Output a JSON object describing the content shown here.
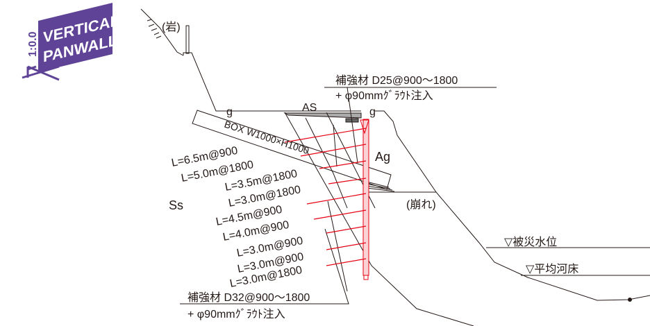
{
  "logo": {
    "scale": "1:0.0",
    "line1": "VERTICAL",
    "line2": "PANWALL",
    "color": "#5f4397"
  },
  "labels": {
    "rock": "(岩)",
    "as": "AS",
    "g_left": "g",
    "g_right": "g",
    "box": "BOX W1000×H1000",
    "ag": "Ag",
    "ss": "Ss",
    "collapse": "(崩れ)",
    "flood_level": "▽被災水位",
    "riverbed": "▽平均河床"
  },
  "callout_top": {
    "line1": "補強材 D25@900～1800",
    "line2": "+ φ90mmｸﾞﾗｳﾄ注入"
  },
  "callout_bottom": {
    "line1": "補強材 D32@900～1800",
    "line2": "+ φ90mmｸﾞﾗｳﾄ注入"
  },
  "anchors": [
    {
      "label": "L=6.5m@900"
    },
    {
      "label": "L=5.0m@1800"
    },
    {
      "label": "L=3.5m@1800"
    },
    {
      "label": "L=3.0m@1800"
    },
    {
      "label": "L=4.5m@900"
    },
    {
      "label": "L=4.0m@900"
    },
    {
      "label": "L=3.0m@900"
    },
    {
      "label": "L=3.0m@900"
    },
    {
      "label": "L=3.0m@1800"
    }
  ],
  "colors": {
    "anchor": "#e60012",
    "line": "#231815"
  }
}
